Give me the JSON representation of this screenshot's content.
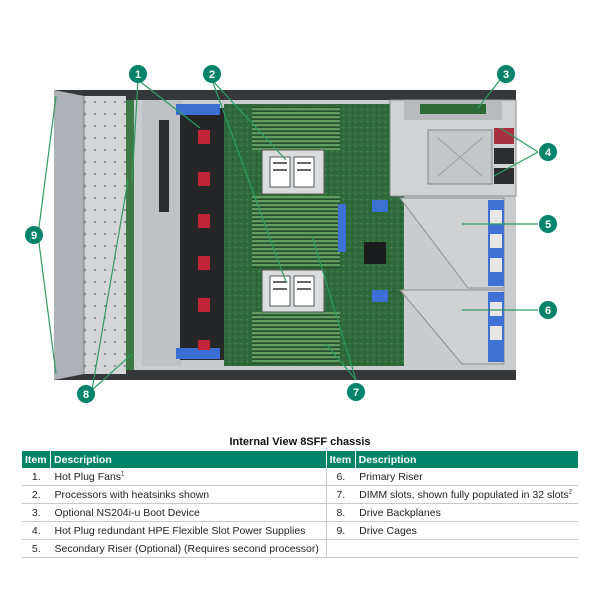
{
  "callouts": [
    {
      "num": "1"
    },
    {
      "num": "2"
    },
    {
      "num": "3"
    },
    {
      "num": "4"
    },
    {
      "num": "5"
    },
    {
      "num": "6"
    },
    {
      "num": "7"
    },
    {
      "num": "8"
    },
    {
      "num": "9"
    }
  ],
  "colors": {
    "accent_green": "#01846a",
    "fan_red": "#c2243a",
    "heatsink_blue": "#3e6fd2",
    "board_green": "#2f6a3a"
  },
  "table": {
    "caption": "Internal View 8SFF chassis",
    "headers": {
      "item": "Item",
      "description": "Description"
    },
    "rows": [
      {
        "left": {
          "num": "1.",
          "desc": "Hot Plug Fans",
          "sup": "1"
        },
        "right": {
          "num": "6.",
          "desc": "Primary Riser",
          "sup": ""
        }
      },
      {
        "left": {
          "num": "2.",
          "desc": "Processors with heatsinks shown",
          "sup": ""
        },
        "right": {
          "num": "7.",
          "desc": "DIMM slots, shown fully populated in 32 slots",
          "sup": "2"
        }
      },
      {
        "left": {
          "num": "3.",
          "desc": "Optional NS204i-u Boot Device",
          "sup": ""
        },
        "right": {
          "num": "8.",
          "desc": "Drive Backplanes",
          "sup": ""
        }
      },
      {
        "left": {
          "num": "4.",
          "desc": "Hot Plug redundant HPE Flexible Slot Power Supplies",
          "sup": ""
        },
        "right": {
          "num": "9.",
          "desc": "Drive Cages",
          "sup": ""
        }
      },
      {
        "left": {
          "num": "5.",
          "desc": "Secondary Riser (Optional) (Requires second processor)",
          "sup": ""
        },
        "right": {
          "num": "",
          "desc": "",
          "sup": ""
        }
      }
    ]
  }
}
